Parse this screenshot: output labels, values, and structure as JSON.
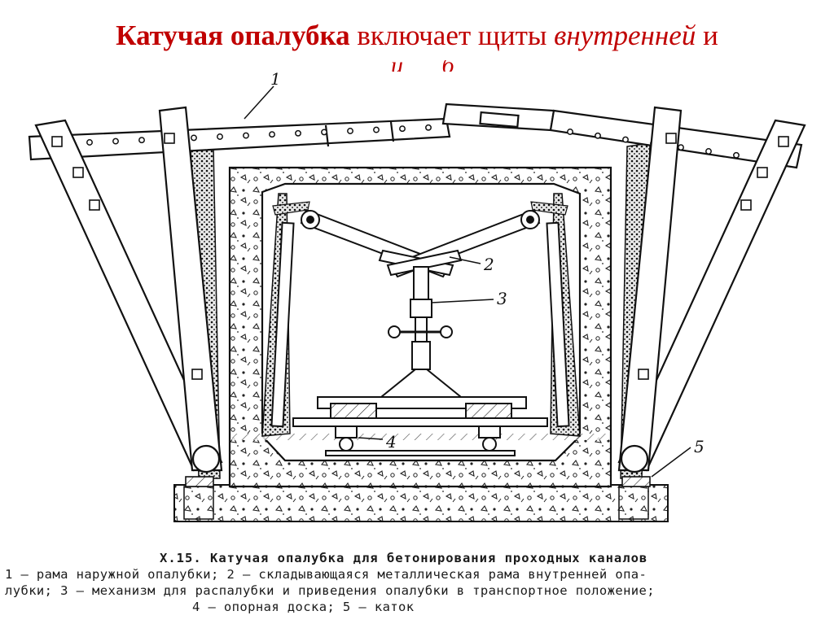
{
  "slide": {
    "title_bold": "Катучая опалубка",
    "title_rest": "включает щиты",
    "title_italic": "внутренней",
    "title_end": "и",
    "title_line2_partial": "й   б"
  },
  "diagram": {
    "labels": [
      "1",
      "2",
      "3",
      "4",
      "5"
    ]
  },
  "caption": {
    "title": "Х.15. Катучая опалубка для бетонирования проходных каналов",
    "row1": "1 — рама наружной опалубки; 2 — складывающаяся металлическая рама внутренней опа-",
    "row2": "лубки; 3 — механизм для распалубки и приведения опалубки в транспортное положение;",
    "row3": "4 — опорная доска; 5 — каток"
  },
  "colors": {
    "title": "#c00000",
    "ink": "#1a1a1a"
  }
}
